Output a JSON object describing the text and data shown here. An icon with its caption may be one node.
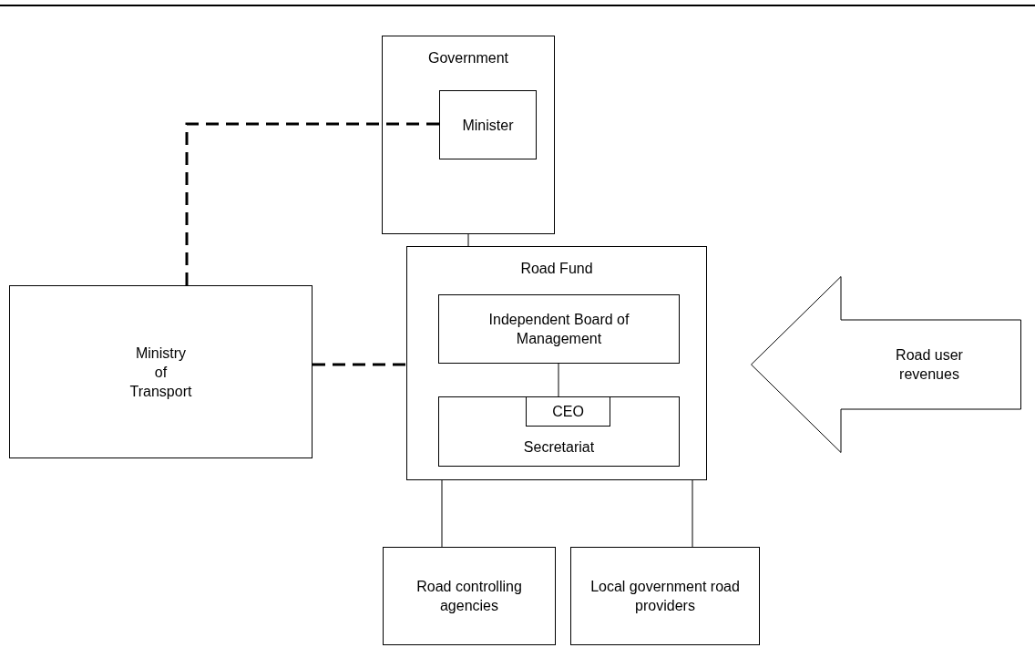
{
  "diagram": {
    "nodes": [
      {
        "text": [
          "Government"
        ]
      },
      {
        "text": [
          "Minister"
        ],
        "in": 0
      },
      {
        "text": [
          "Ministry of Transport"
        ]
      },
      {
        "text": [
          "Road Fund"
        ]
      },
      {
        "text": [
          "Independent Board of Management"
        ],
        "in": 3
      },
      {
        "text": [
          "Secretariat"
        ],
        "in": 3
      },
      {
        "text": [
          "CEO"
        ],
        "in": 5
      },
      {
        "text": [
          "Road user revenues"
        ]
      },
      {
        "text": [
          "Road controlling agencies"
        ]
      },
      {
        "text": [
          "Local government road providers"
        ]
      }
    ],
    "edges": [
      {
        "from": 0,
        "to": 3,
        "arrow": "none"
      },
      {
        "from": 1,
        "to": 2,
        "arrow": "none",
        "style": "dashed"
      },
      {
        "from": 2,
        "to": 3,
        "arrow": "none",
        "style": "dashed"
      },
      {
        "from": 4,
        "to": 5,
        "arrow": "none"
      },
      {
        "from": 3,
        "to": 8,
        "arrow": "none"
      },
      {
        "from": 3,
        "to": 9,
        "arrow": "none"
      }
    ]
  }
}
